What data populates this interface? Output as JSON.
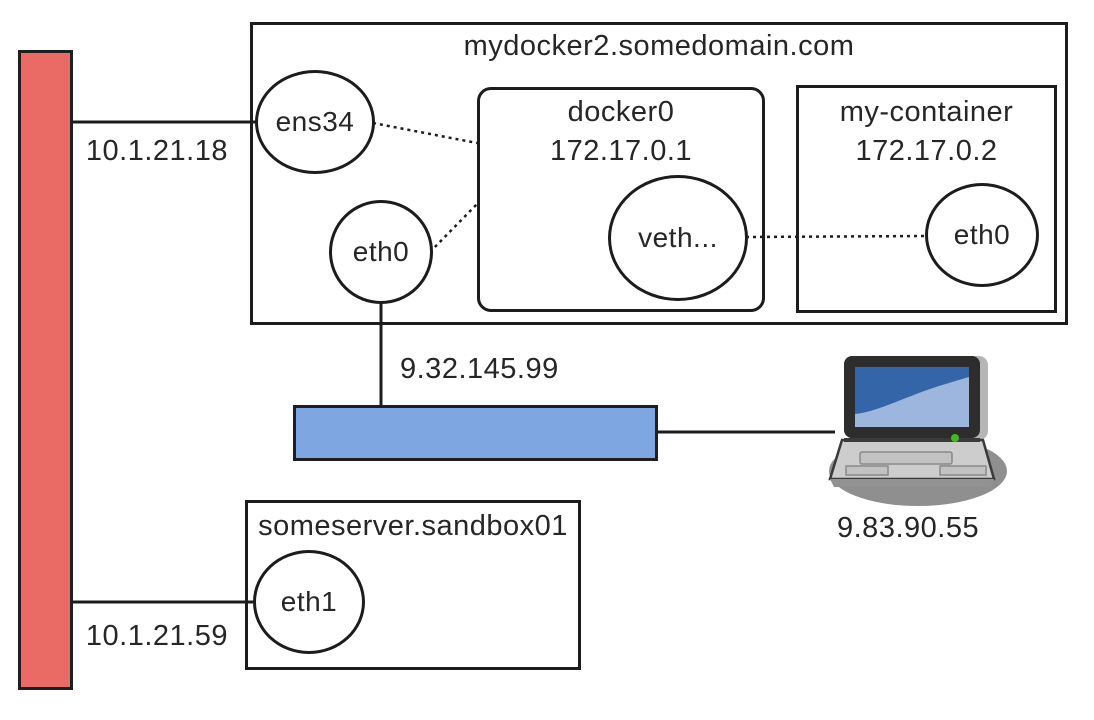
{
  "colors": {
    "background": "#ffffff",
    "red_segment": "#ea6b66",
    "blue_segment": "#7ea6e0",
    "stroke": "#1c1c1c"
  },
  "host": {
    "title": "mydocker2.somedomain.com",
    "nic_ens34": "ens34",
    "nic_eth0": "eth0",
    "docker_bridge": {
      "name": "docker0",
      "ip": "172.17.0.1",
      "nic_veth": "veth..."
    },
    "container": {
      "name": "my-container",
      "ip": "172.17.0.2",
      "nic_eth0": "eth0"
    }
  },
  "server": {
    "title": "someserver.sandbox01",
    "nic_eth1": "eth1"
  },
  "labels": {
    "red_top_ip": "10.1.21.18",
    "red_bottom_ip": "10.1.21.59",
    "blue_ip": "9.32.145.99",
    "laptop_ip": "9.83.90.55"
  }
}
